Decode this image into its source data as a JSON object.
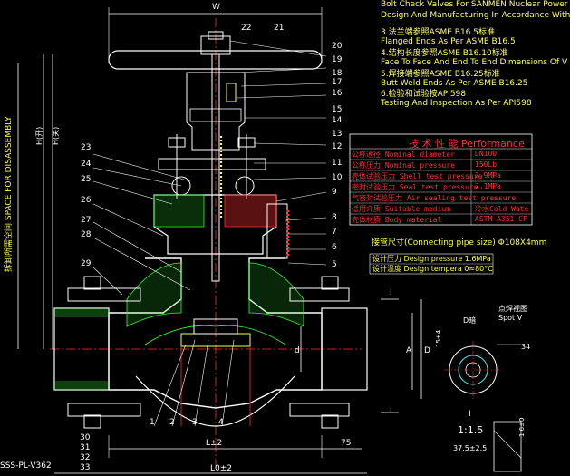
{
  "notes": [
    "Bolt Check Valves For SANMEN Nuclear Power",
    "Design And Manufacturing In Accordance With",
    "3.法兰端参照ASME B16.5标准",
    "Flanged Ends As Per ASME B16.5",
    "4.结构长度参照ASME B16.10标准",
    "Face To Face And End To End Dimensions Of V",
    "5.焊接端参照ASME B16.25标准",
    "Butt Weld Ends As Per ASME B16.25",
    "6.检验和试验按API598",
    "Testing And Inspection As Per API598"
  ],
  "performance": {
    "title_cn": "技 术 性 能",
    "title_en": "Performance",
    "rows": [
      {
        "label_cn": "公称通径",
        "label_en": "Nominal diameter",
        "value": "DN100"
      },
      {
        "label_cn": "公称压力",
        "label_en": "Nominal pressure",
        "value": "150Lb"
      },
      {
        "label_cn": "壳体试验压力",
        "label_en": "Shell test pressure",
        "value": "2.9MPa"
      },
      {
        "label_cn": "密封试验压力",
        "label_en": "Seal test pressure",
        "value": "2.1MPa"
      },
      {
        "label_cn": "气密封试验压力",
        "label_en": "Air sealing test pressure",
        "value": ""
      },
      {
        "label_cn": "适用介质",
        "label_en": "Suitable medium",
        "value": "冷水Cold Wate"
      },
      {
        "label_cn": "壳体材质",
        "label_en": "Body material",
        "value": "ASTM A351 CF"
      }
    ]
  },
  "connecting_pipe": "接管尺寸(Connecting pipe size) Φ108X4mm",
  "design_pressure": "设计压力 Design pressure 1.6MPa",
  "design_temperature": "设计温度 Design tempera 0≈80°C",
  "left_label": "拆卸所需空间 SPACE FOR DISASSEMBLY",
  "dims": {
    "W": "W",
    "H_open": "H(开)",
    "H_closed": "H(关)",
    "L": "L±2",
    "L0": "L0±2",
    "d": "d",
    "A": "A",
    "D": "D",
    "dim75": "75"
  },
  "part_numbers_right": [
    "22",
    "21",
    "20",
    "19",
    "18",
    "17",
    "16",
    "15",
    "14",
    "13",
    "12",
    "11",
    "10",
    "9",
    "8",
    "7",
    "6",
    "5"
  ],
  "part_numbers_left": [
    "23",
    "24",
    "25",
    "26",
    "27",
    "28",
    "29"
  ],
  "part_numbers_bottom": [
    "1",
    "2",
    "3",
    "4"
  ],
  "part_numbers_bottom_left": [
    "30",
    "31",
    "32",
    "33"
  ],
  "detail": {
    "marker": "I",
    "scale": "1:1.5",
    "dim": "37.5±2.5",
    "spot_label": "点焊视图 Spot V",
    "dim34": "34",
    "dim1": "1.6±0",
    "side": "15±4",
    "d_label": "D暗"
  },
  "doc_number": "SSS-PL-V362",
  "colors": {
    "line": "#ffffff",
    "red": "#ff3030",
    "green": "#33ff33",
    "yellow": "#ffff44",
    "cyan": "#33ffff",
    "magenta": "#ff44ff"
  }
}
